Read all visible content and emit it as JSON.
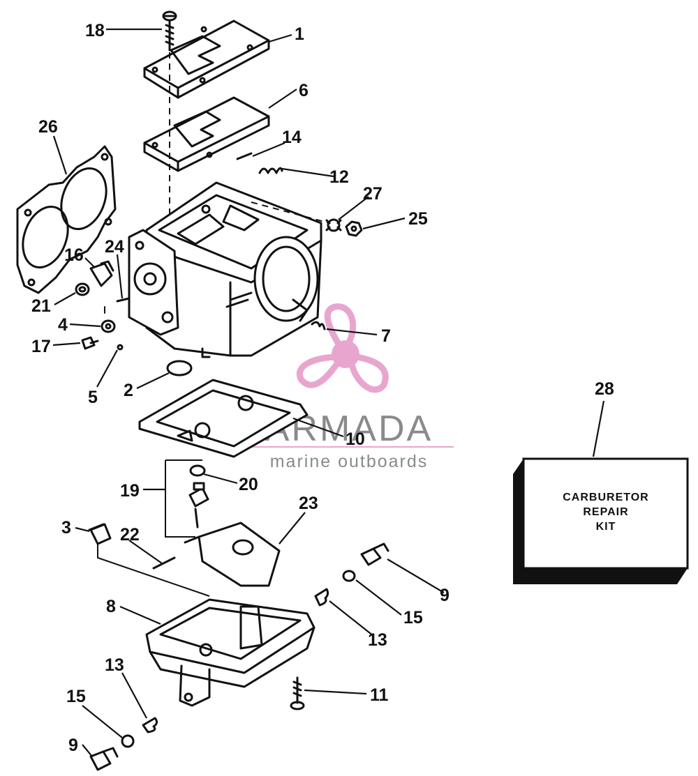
{
  "callouts": [
    {
      "id": "18",
      "label": "18"
    },
    {
      "id": "1",
      "label": "1"
    },
    {
      "id": "6",
      "label": "6"
    },
    {
      "id": "26",
      "label": "26"
    },
    {
      "id": "14",
      "label": "14"
    },
    {
      "id": "12",
      "label": "12"
    },
    {
      "id": "27",
      "label": "27"
    },
    {
      "id": "25",
      "label": "25"
    },
    {
      "id": "16",
      "label": "16"
    },
    {
      "id": "24",
      "label": "24"
    },
    {
      "id": "21",
      "label": "21"
    },
    {
      "id": "4",
      "label": "4"
    },
    {
      "id": "17",
      "label": "17"
    },
    {
      "id": "7",
      "label": "7"
    },
    {
      "id": "5",
      "label": "5"
    },
    {
      "id": "2",
      "label": "2"
    },
    {
      "id": "28",
      "label": "28"
    },
    {
      "id": "10",
      "label": "10"
    },
    {
      "id": "20",
      "label": "20"
    },
    {
      "id": "19",
      "label": "19"
    },
    {
      "id": "23",
      "label": "23"
    },
    {
      "id": "3",
      "label": "3"
    },
    {
      "id": "22",
      "label": "22"
    },
    {
      "id": "9a",
      "label": "9"
    },
    {
      "id": "8",
      "label": "8"
    },
    {
      "id": "15a",
      "label": "15"
    },
    {
      "id": "13a",
      "label": "13"
    },
    {
      "id": "13b",
      "label": "13"
    },
    {
      "id": "11",
      "label": "11"
    },
    {
      "id": "15b",
      "label": "15"
    },
    {
      "id": "9b",
      "label": "9"
    }
  ],
  "kit": {
    "line1": "CARBURETOR",
    "line2": "REPAIR",
    "line3": "KIT"
  },
  "watermark": {
    "brand": "ARMADA",
    "tagline": "marine outboards",
    "accent_color": "#e8a6cf",
    "text_color": "#8a8a8a"
  }
}
